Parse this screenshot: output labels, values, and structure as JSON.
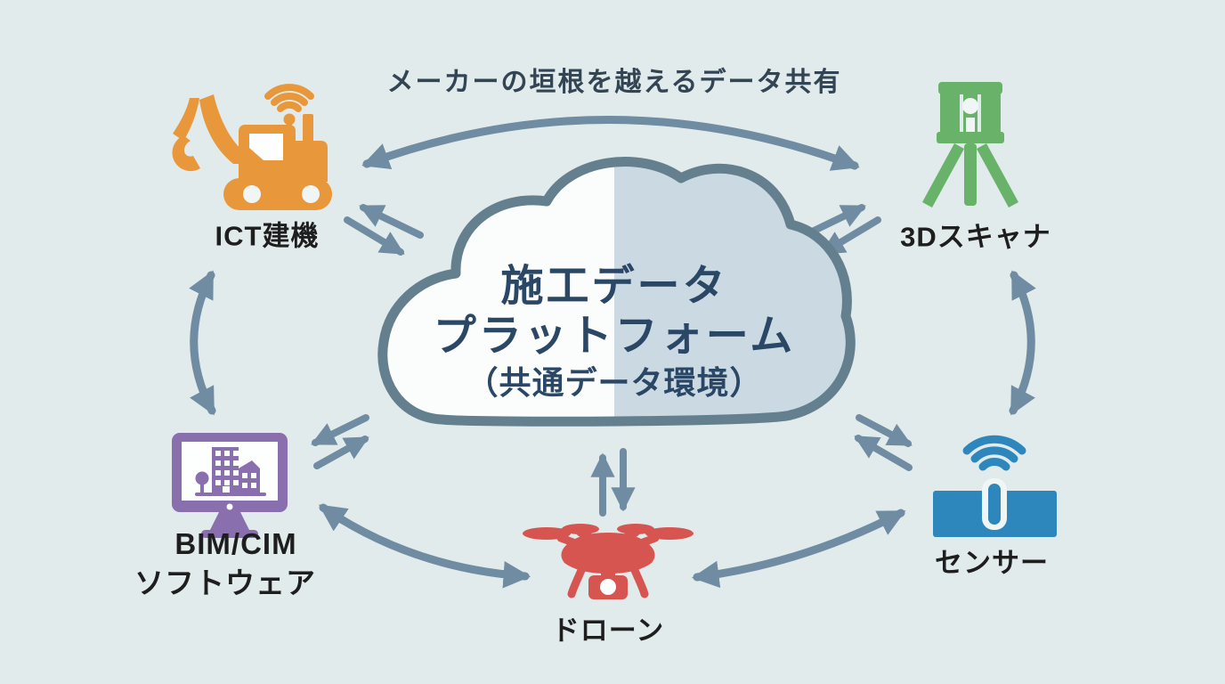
{
  "title": "メーカーの垣根を越えるデータ共有",
  "cloud": {
    "name": "施工データプラットフォーム（共通データ環境）",
    "line1": "施工データ",
    "line2": "プラットフォーム",
    "line3": "（共通データ環境）"
  },
  "nodes": {
    "ict_machine": {
      "label": "ICT建機",
      "icon": "excavator-wifi-icon",
      "color": "#e8973a"
    },
    "scanner_3d": {
      "label": "3Dスキャナ",
      "icon": "laser-scanner-tripod-icon",
      "color": "#68b269"
    },
    "bim_software": {
      "label_line1": "BIM/CIM",
      "label_line2": "ソフトウェア",
      "icon": "monitor-buildings-icon",
      "color": "#8a6fae"
    },
    "drone": {
      "label": "ドローン",
      "icon": "quadcopter-drone-icon",
      "color": "#d65550"
    },
    "sensor": {
      "label": "センサー",
      "icon": "ground-sensor-wifi-icon",
      "color": "#2d87bd"
    }
  },
  "colors": {
    "background": "#e2ebeb",
    "cloud_fill_left": "#fbfdfd",
    "cloud_fill_right": "#cbd9e3",
    "cloud_border": "#64808f",
    "cloud_text": "#2b4766",
    "title_text": "#334554",
    "label_text": "#1e1e1e",
    "arrow": "#6f8ca2"
  }
}
